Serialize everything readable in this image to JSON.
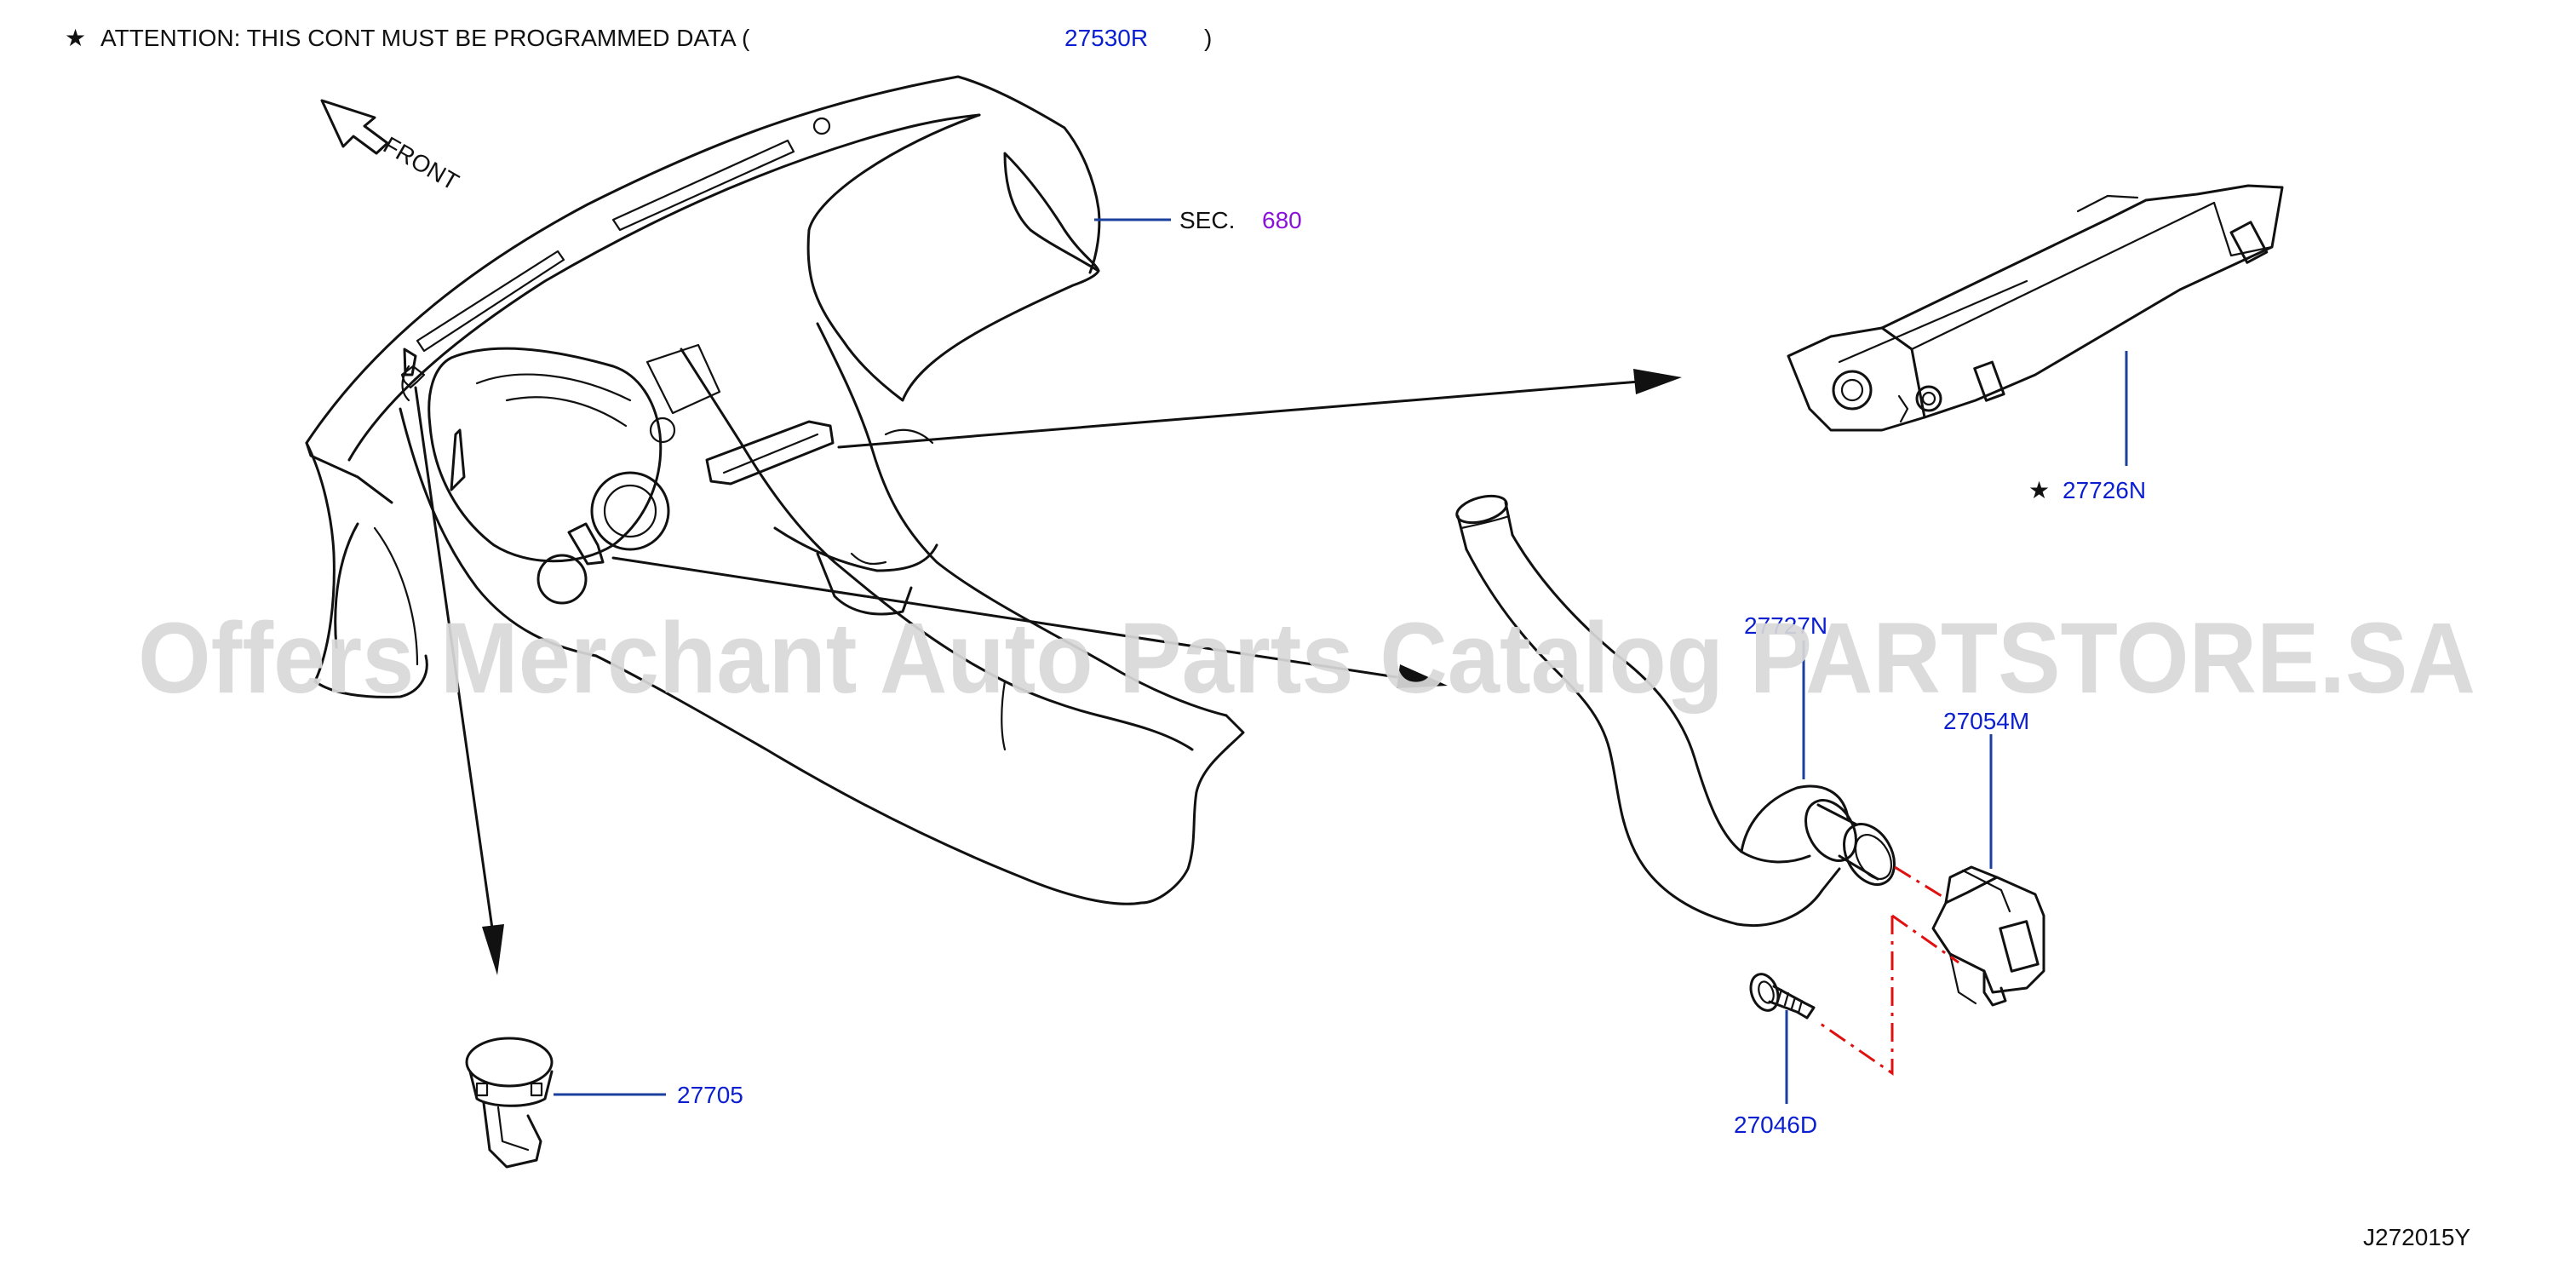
{
  "header": {
    "star": "★",
    "attention_text": "ATTENTION:  THIS  CONT  MUST  BE  PROGRAMMED  DATA  (",
    "attention_part": "27530R",
    "attention_close": ")"
  },
  "direction_label": "FRONT",
  "section_ref": {
    "prefix": "SEC.",
    "number": "680"
  },
  "parts": {
    "controller": {
      "star": "★",
      "number": "27726N"
    },
    "duct": "27727N",
    "sensor": "27054M",
    "screw": "27046D",
    "grommet": "27705"
  },
  "watermark": "Offers Merchant Auto Parts Catalog PARTSTORE.SA",
  "diagram_id": "J272015Y",
  "colors": {
    "callout_blue": "#0b1fd1",
    "leader": "#1a3f9c",
    "section_purple": "#8a12d8",
    "phantom_red": "#e01010"
  }
}
